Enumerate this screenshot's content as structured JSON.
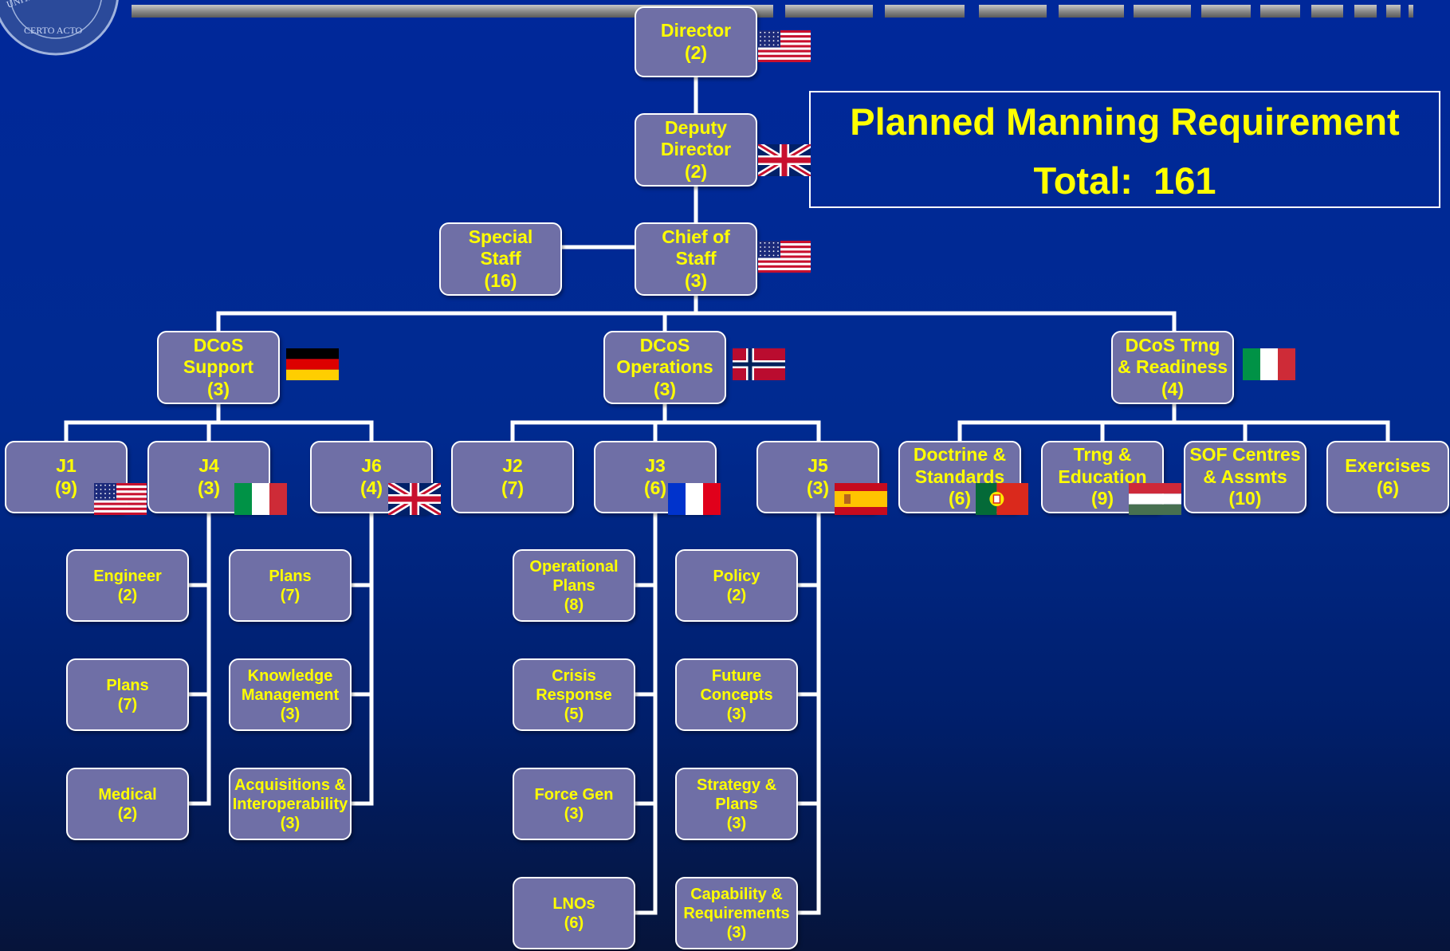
{
  "summary": {
    "title": "Planned Manning Requirement",
    "total_label": "Total:",
    "total_value": "161"
  },
  "logo": {
    "motto": [
      "UNITATE SENTENTIAE",
      "CERTO ACTO"
    ]
  },
  "nodes": {
    "director": {
      "lines": [
        "Director",
        "(2)"
      ],
      "flag": "usa"
    },
    "deputy": {
      "lines": [
        "Deputy",
        "Director",
        "(2)"
      ],
      "flag": "uk"
    },
    "cos": {
      "lines": [
        "Chief of",
        "Staff",
        "(3)"
      ],
      "flag": "usa"
    },
    "special": {
      "lines": [
        "Special",
        "Staff",
        "(16)"
      ]
    },
    "dcos_support": {
      "lines": [
        "DCoS",
        "Support",
        "(3)"
      ],
      "flag": "germany"
    },
    "dcos_ops": {
      "lines": [
        "DCoS",
        "Operations",
        "(3)"
      ],
      "flag": "norway"
    },
    "dcos_trng": {
      "lines": [
        "DCoS Trng",
        "& Readiness",
        "(4)"
      ],
      "flag": "italy"
    },
    "j1": {
      "lines": [
        "J1",
        "(9)"
      ],
      "flag": "usa"
    },
    "j4": {
      "lines": [
        "J4",
        "(3)"
      ],
      "flag": "italy"
    },
    "j6": {
      "lines": [
        "J6",
        "(4)"
      ],
      "flag": "uk"
    },
    "j2": {
      "lines": [
        "J2",
        "(7)"
      ]
    },
    "j3": {
      "lines": [
        "J3",
        "(6)"
      ],
      "flag": "france"
    },
    "j5": {
      "lines": [
        "J5",
        "(3)"
      ],
      "flag": "spain"
    },
    "doctrine": {
      "lines": [
        "Doctrine &",
        "Standards",
        "(6)"
      ],
      "flag": "portugal"
    },
    "trng_edu": {
      "lines": [
        "Trng &",
        "Education",
        "(9)"
      ],
      "flag": "hungary"
    },
    "sof": {
      "lines": [
        "SOF Centres",
        "& Assmts",
        "(10)"
      ]
    },
    "exercises": {
      "lines": [
        "Exercises",
        "(6)"
      ]
    },
    "engineer": {
      "lines": [
        "Engineer",
        "(2)"
      ]
    },
    "j1_plans": {
      "lines": [
        "Plans",
        "(7)"
      ]
    },
    "medical": {
      "lines": [
        "Medical",
        "(2)"
      ]
    },
    "j6_plans": {
      "lines": [
        "Plans",
        "(7)"
      ]
    },
    "knowledge": {
      "lines": [
        "Knowledge",
        "Management",
        "(3)"
      ]
    },
    "acquisitions": {
      "lines": [
        "Acquisitions &",
        "Interoperability",
        "(3)"
      ]
    },
    "op_plans": {
      "lines": [
        "Operational",
        "Plans",
        "(8)"
      ]
    },
    "crisis": {
      "lines": [
        "Crisis",
        "Response",
        "(5)"
      ]
    },
    "force_gen": {
      "lines": [
        "Force Gen",
        "(3)"
      ]
    },
    "lnos": {
      "lines": [
        "LNOs",
        "(6)"
      ]
    },
    "policy": {
      "lines": [
        "Policy",
        "(2)"
      ]
    },
    "future": {
      "lines": [
        "Future",
        "Concepts",
        "(3)"
      ]
    },
    "strategy": {
      "lines": [
        "Strategy &",
        "Plans",
        "(3)"
      ]
    },
    "capability": {
      "lines": [
        "Capability &",
        "Requirements",
        "(3)"
      ]
    }
  },
  "colors": {
    "box_fill": "#6f6fa6",
    "text": "#ffff00",
    "line": "#ffffff",
    "background": "#002a90"
  }
}
